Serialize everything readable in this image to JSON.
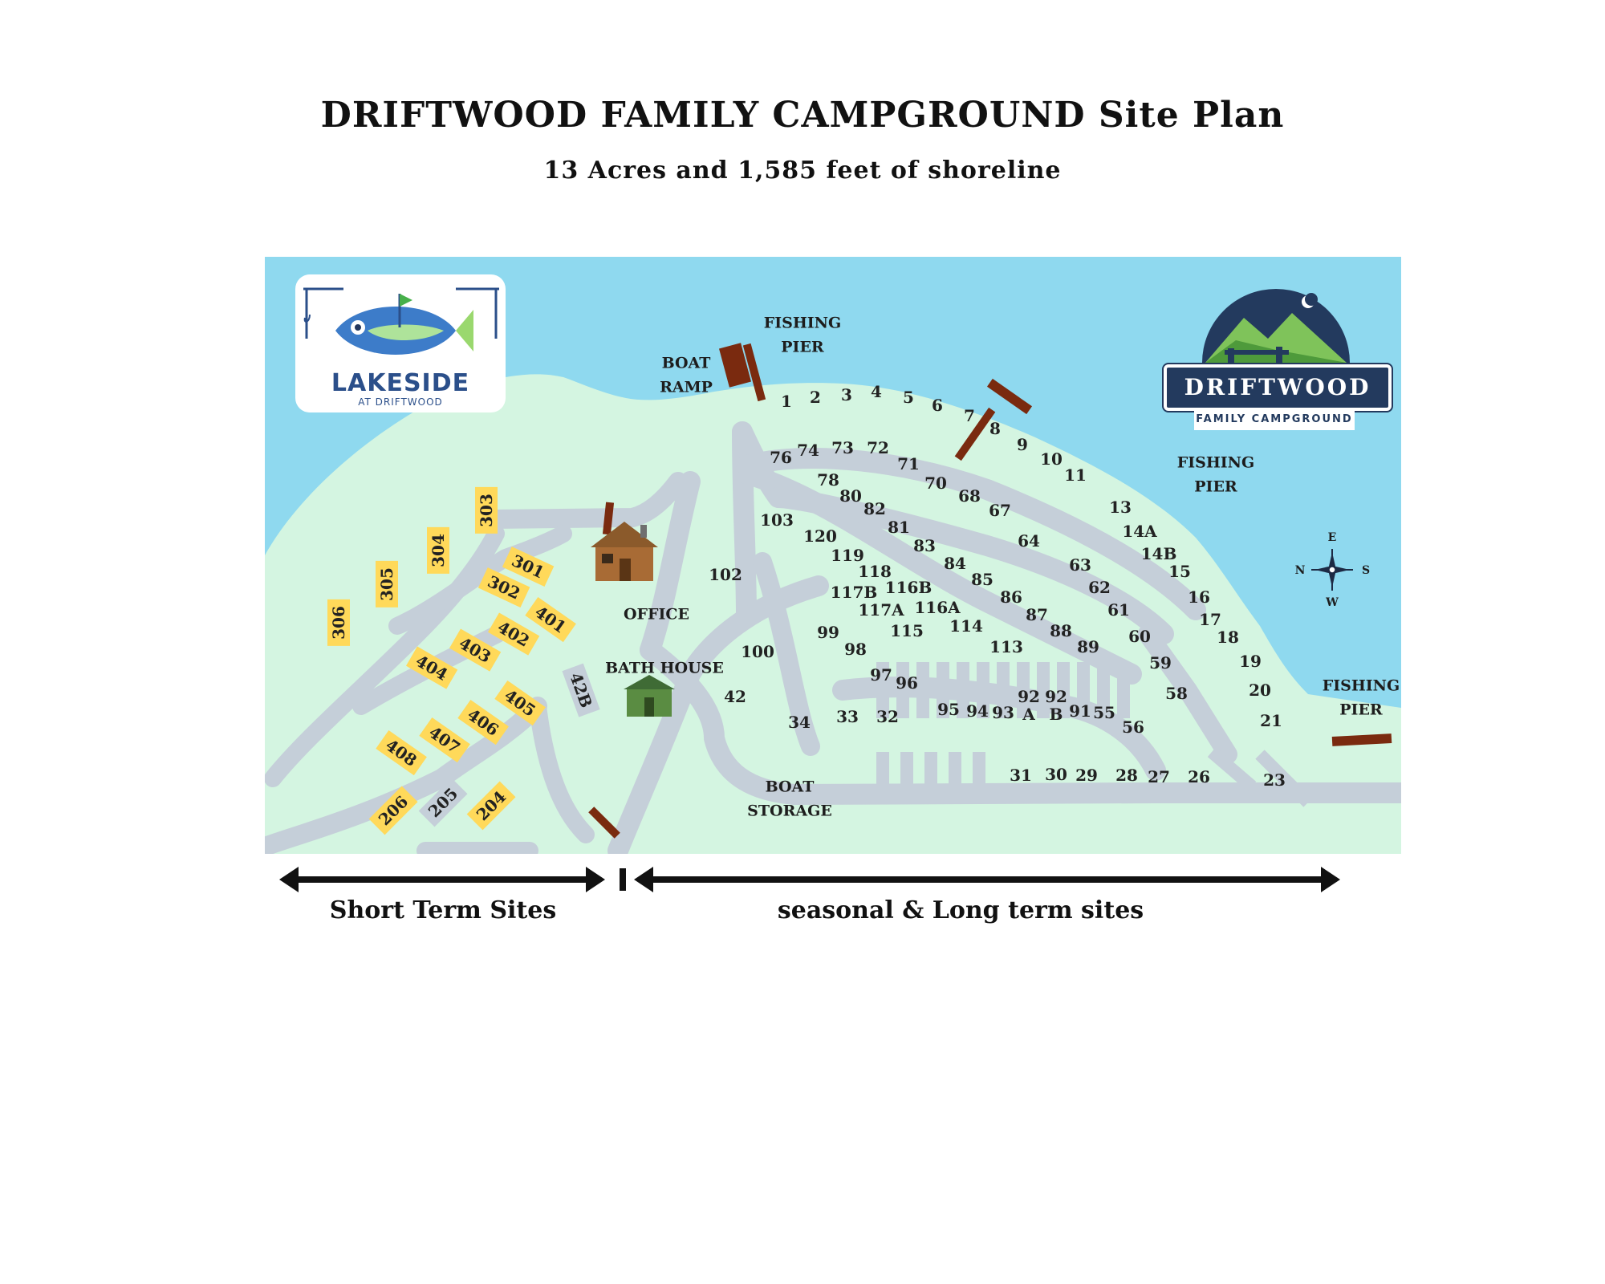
{
  "title": "DRIFTWOOD FAMILY CAMPGROUND Site Plan",
  "subtitle": "13 Acres and 1,585 feet of shoreline",
  "logos": {
    "lakeside": {
      "name": "LAKESIDE",
      "sub": "AT DRIFTWOOD"
    },
    "driftwood": {
      "name": "DRIFTWOOD",
      "sub": "FAMILY CAMPGROUND"
    }
  },
  "compass": {
    "e": "E",
    "n": "N",
    "s": "S",
    "w": "W"
  },
  "labels": {
    "fishing_pier": "FISHING PIER",
    "boat_ramp": "BOAT RAMP",
    "office": "OFFICE",
    "bath_house": "BATH HOUSE",
    "boat_storage": "BOAT STORAGE"
  },
  "ranges": {
    "short_term": "Short Term Sites",
    "seasonal": "seasonal & Long term sites"
  },
  "short_term_sites": [
    "306",
    "305",
    "304",
    "303",
    "301",
    "302",
    "401",
    "402",
    "403",
    "404",
    "405",
    "406",
    "407",
    "408",
    "206",
    "205",
    "204",
    "42B"
  ],
  "seasonal_sites": [
    "1",
    "2",
    "3",
    "4",
    "5",
    "6",
    "7",
    "8",
    "9",
    "10",
    "11",
    "13",
    "14A",
    "14B",
    "15",
    "16",
    "17",
    "18",
    "19",
    "20",
    "21",
    "23",
    "26",
    "27",
    "28",
    "29",
    "30",
    "31",
    "32",
    "33",
    "34",
    "42",
    "55",
    "56",
    "58",
    "59",
    "60",
    "61",
    "62",
    "63",
    "64",
    "67",
    "68",
    "70",
    "71",
    "72",
    "73",
    "74",
    "76",
    "78",
    "80",
    "81",
    "82",
    "83",
    "84",
    "85",
    "86",
    "87",
    "88",
    "89",
    "91",
    "92 A",
    "92 B",
    "93",
    "94",
    "95",
    "96",
    "97",
    "98",
    "99",
    "100",
    "102",
    "103",
    "113",
    "114",
    "115",
    "116A",
    "116B",
    "117A",
    "117B",
    "118",
    "119",
    "120"
  ],
  "colors": {
    "water": "#8fd9ef",
    "land": "#d4f5e1",
    "road": "#c5cfd9",
    "short_term_site": "#ffd95a",
    "pier": "#7a2a0f"
  }
}
